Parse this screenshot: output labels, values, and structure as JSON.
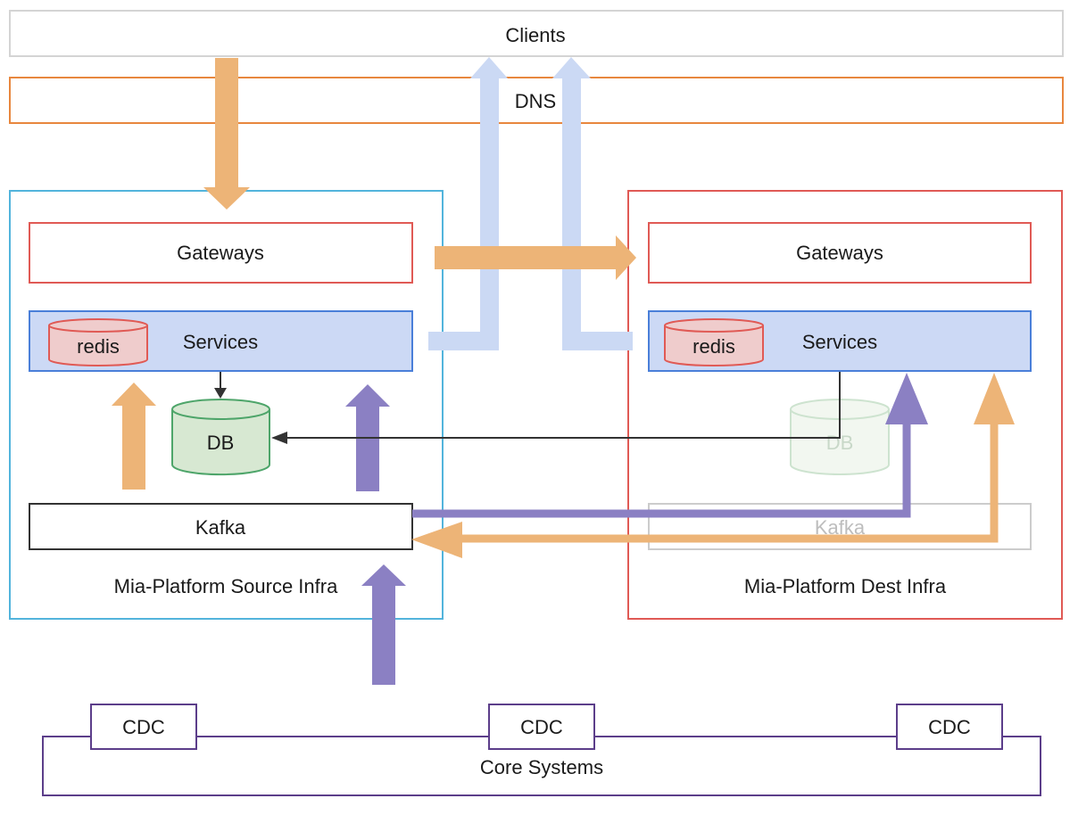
{
  "layers": {
    "clients": "Clients",
    "dns": "DNS"
  },
  "source_infra": {
    "title": "Mia-Platform Source Infra",
    "gateways": "Gateways",
    "services": "Services",
    "redis": "redis",
    "db": "DB",
    "kafka": "Kafka"
  },
  "dest_infra": {
    "title": "Mia-Platform Dest Infra",
    "gateways": "Gateways",
    "services": "Services",
    "redis": "redis",
    "db": "DB",
    "kafka": "Kafka"
  },
  "core": {
    "title": "Core Systems",
    "cdc": [
      "CDC",
      "CDC",
      "CDC"
    ]
  },
  "colors": {
    "orange_arrow": "#edb477",
    "blue_arrow": "#cbd9f4",
    "purple_arrow": "#8b80c3",
    "dns_border": "#e8873e",
    "source_border": "#52b4dc",
    "dest_border": "#e05a55",
    "gateway_border": "#e05a55",
    "services_fill": "#ccd9f5",
    "services_border": "#4a7fd9",
    "redis_fill": "#efcccc",
    "db_fill": "#d7e8d2",
    "db_border": "#4ea56a",
    "core_border": "#5c3e8a"
  }
}
